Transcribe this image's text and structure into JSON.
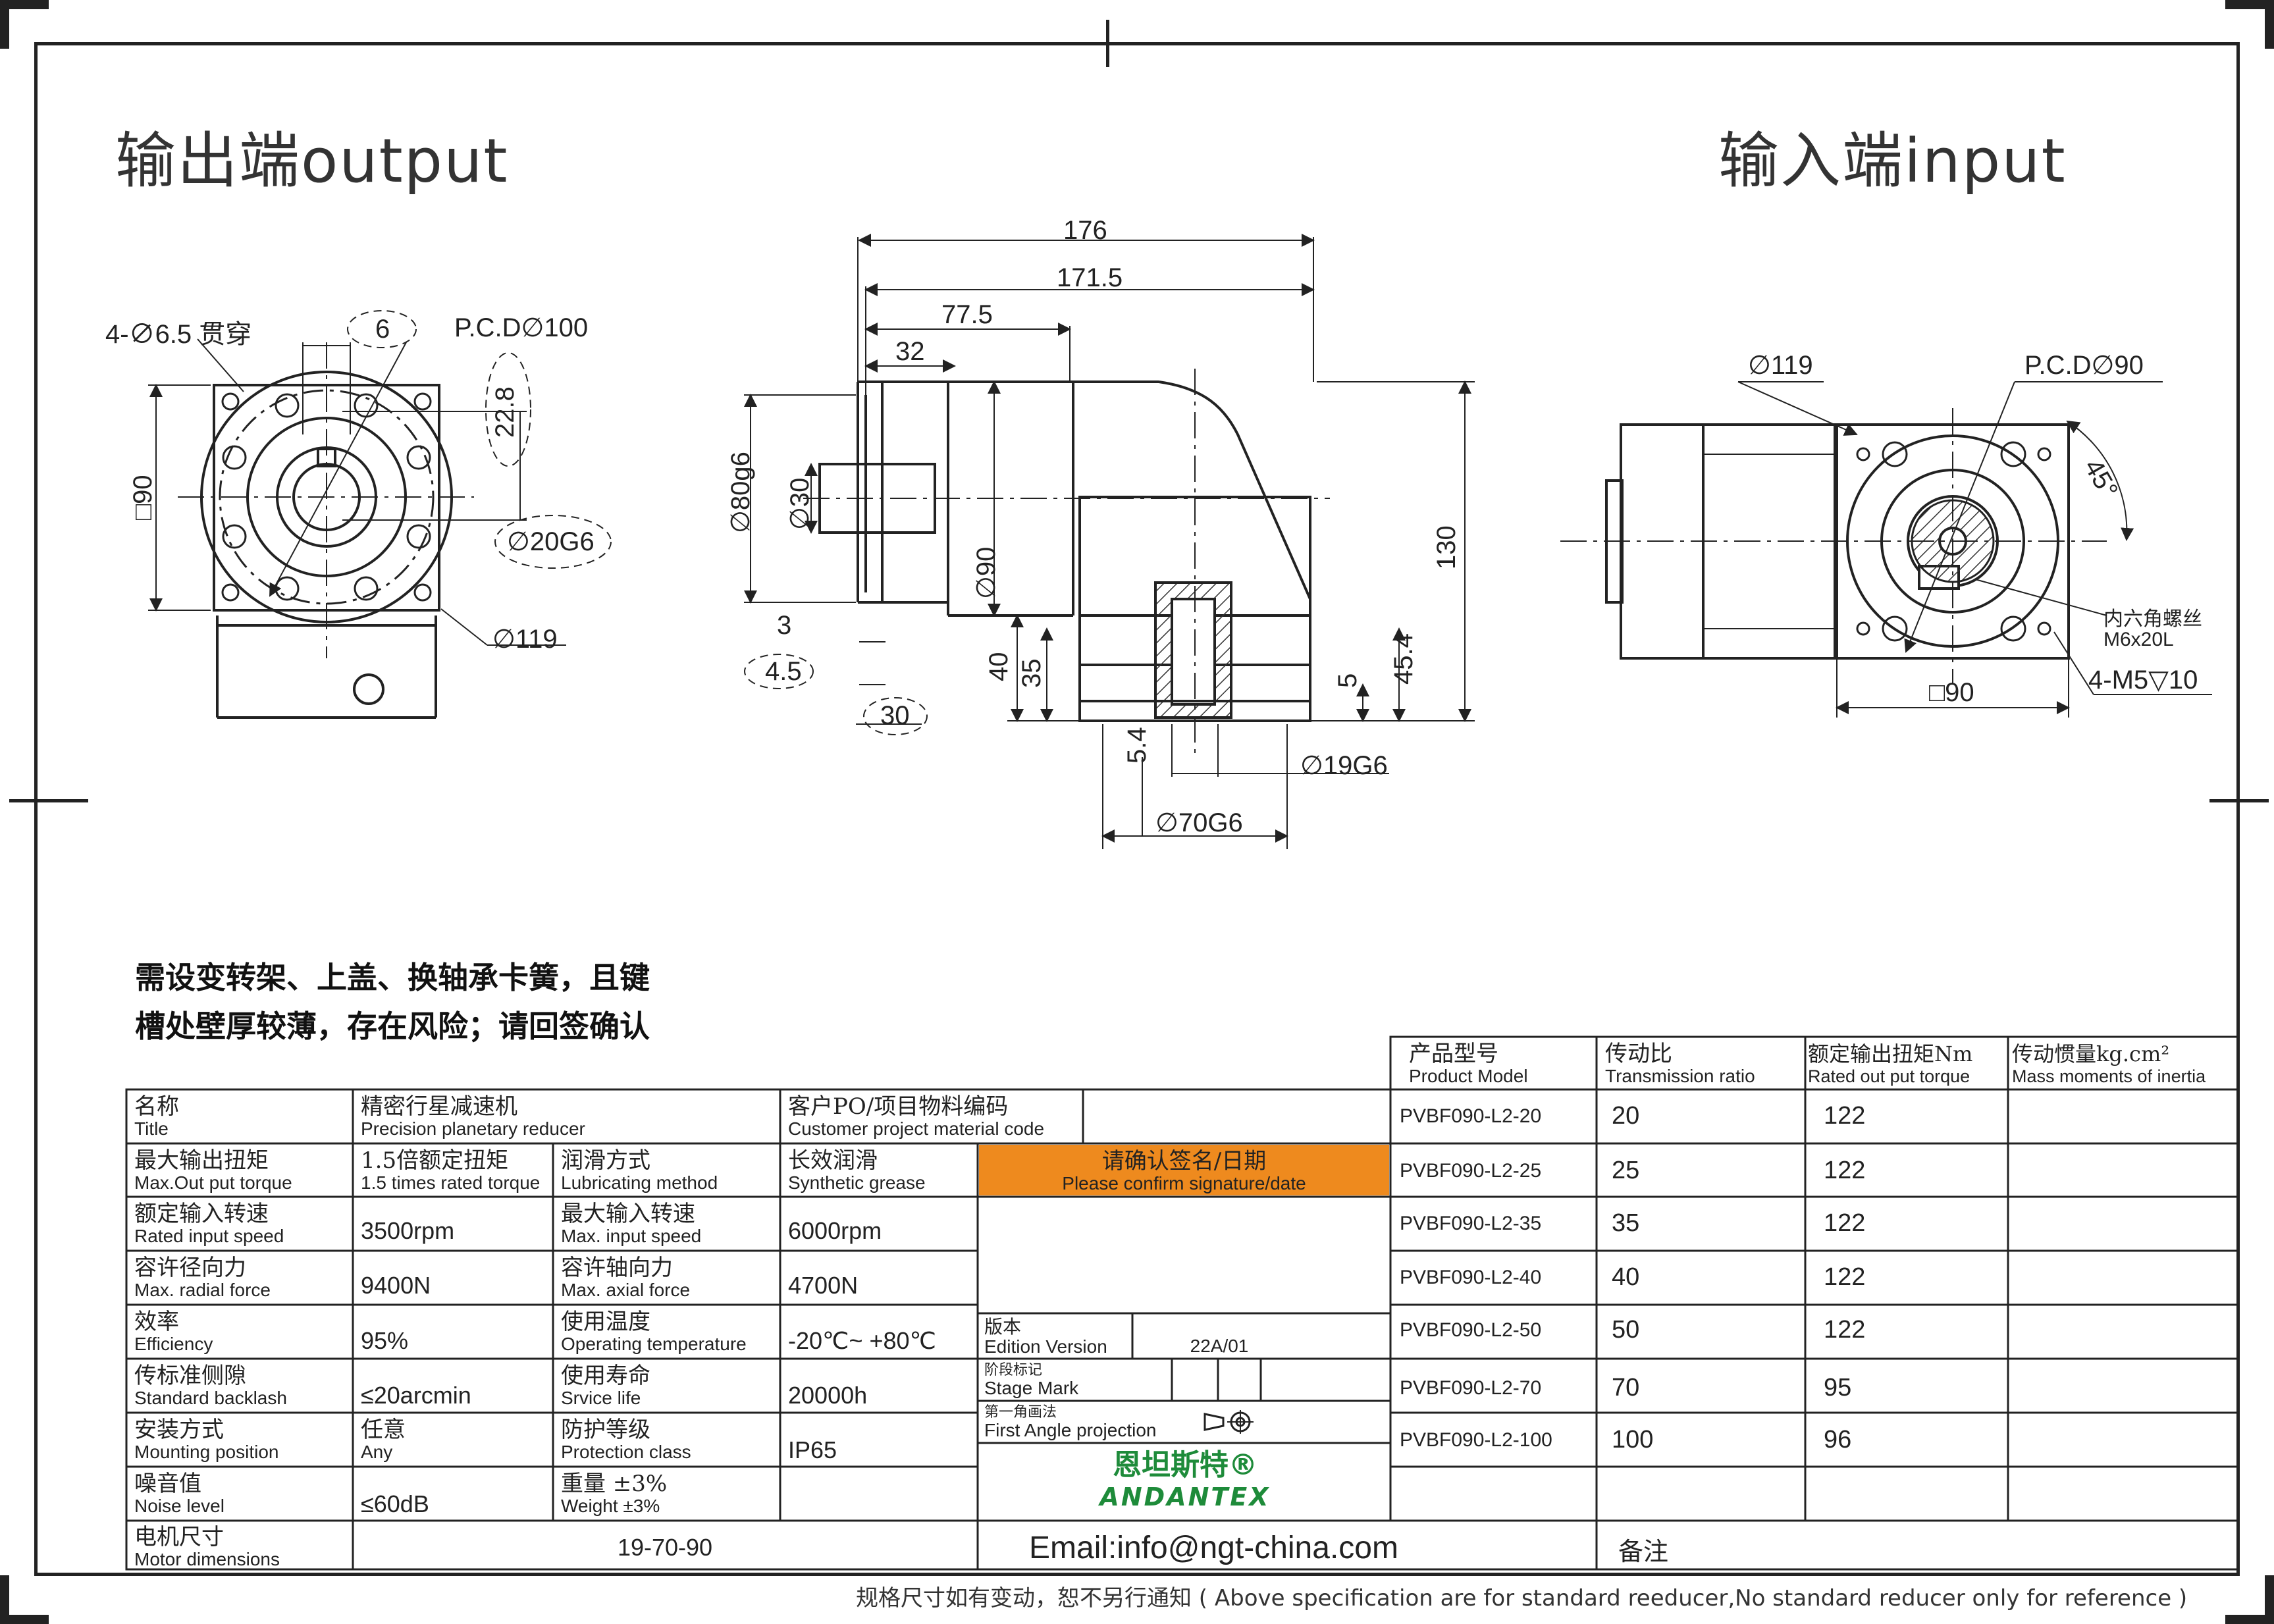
{
  "headers": {
    "output": "输出端output",
    "input": "输入端input"
  },
  "dims": {
    "holes": "4-∅6.5 贯穿",
    "key_width": "6",
    "pcd_out": "P.C.D∅100",
    "key_height": "22.8",
    "square_left": "□90",
    "shaft_dia": "∅20G6",
    "flange_dia_left": "∅119",
    "len_176": "176",
    "len_171_5": "171.5",
    "len_77_5": "77.5",
    "len_32": "32",
    "pilot_dia": "∅80g6",
    "shaft_30": "∅30",
    "body_90": "∅90",
    "height_130": "130",
    "d3": "3",
    "d4_5": "4.5",
    "d30": "30",
    "d40": "40",
    "d35": "35",
    "d5": "5",
    "d45_4": "45.4",
    "d5_4": "5.4",
    "bore_19": "∅19G6",
    "pilot_70": "∅70G6",
    "flange_119_right": "∅119",
    "pcd_in": "P.C.D∅90",
    "angle": "45°",
    "screw_zh": "内六角螺丝",
    "screw_en": "M6x20L",
    "square_right": "□90",
    "tapped": "4-M5▽10"
  },
  "note": {
    "line1": "需设变转架、上盖、换轴承卡簧，且键",
    "line2": "槽处壁厚较薄，存在风险；请回签确认"
  },
  "specs": {
    "title_zh": "名称",
    "title_en": "Title",
    "title_val_zh": "精密行星减速机",
    "title_val_en": "Precision planetary reducer",
    "cust_zh": "客户PO/项目物料编码",
    "cust_en": "Customer project material code",
    "maxtorque_zh": "最大输出扭矩",
    "maxtorque_en": "Max.Out put torque",
    "maxtorque_val_zh": "1.5倍额定扭矩",
    "maxtorque_val_en": "1.5 times rated torque",
    "lube_zh": "润滑方式",
    "lube_en": "Lubricating method",
    "lube_val_zh": "长效润滑",
    "lube_val_en": "Synthetic grease",
    "confirm_zh": "请确认签名/日期",
    "confirm_en": "Please confirm signature/date",
    "rated_zh": "额定输入转速",
    "rated_en": "Rated input speed",
    "rated_val": "3500rpm",
    "maxin_zh": "最大输入转速",
    "maxin_en": "Max. input speed",
    "maxin_val": "6000rpm",
    "radial_zh": "容许径向力",
    "radial_en": "Max. radial force",
    "radial_val": "9400N",
    "axial_zh": "容许轴向力",
    "axial_en": "Max. axial force",
    "axial_val": "4700N",
    "eff_zh": "效率",
    "eff_en": "Efficiency",
    "eff_val": "95%",
    "temp_zh": "使用温度",
    "temp_en": "Operating temperature",
    "temp_val": "-20℃~ +80℃",
    "backlash_zh": "传标准侧隙",
    "backlash_en": "Standard backlash",
    "backlash_val": "≤20arcmin",
    "life_zh": "使用寿命",
    "life_en": "Srvice life",
    "life_val": "20000h",
    "mount_zh": "安装方式",
    "mount_en": "Mounting position",
    "mount_val_zh": "任意",
    "mount_val_en": "Any",
    "protect_zh": "防护等级",
    "protect_en": "Protection class",
    "protect_val": "IP65",
    "noise_zh": "噪音值",
    "noise_en": "Noise level",
    "noise_val": "≤60dB",
    "weight_zh": "重量 ±3%",
    "weight_en": "Weight ±3%",
    "motor_zh": "电机尺寸",
    "motor_en": "Motor dimensions",
    "motor_val": "19-70-90",
    "edition_zh": "版本",
    "edition_en": "Edition Version",
    "edition_val": "22A/01",
    "stage_zh": "阶段标记",
    "stage_en": "Stage Mark",
    "proj_zh": "第一角画法",
    "proj_en": "First Angle projection",
    "brand_zh": "恩坦斯特®",
    "brand_en": "ANDANTEX",
    "email": "Email:info@ngt-china.com",
    "remark_zh": "备注"
  },
  "models": {
    "header": {
      "model_zh": "产品型号",
      "model_en": "Product Model",
      "ratio_zh": "传动比",
      "ratio_en": "Transmission ratio",
      "torque_zh": "额定输出扭矩Nm",
      "torque_en": "Rated out put torque",
      "inertia_zh": "传动惯量kg.cm²",
      "inertia_en": "Mass moments of inertia"
    },
    "rows": [
      {
        "model": "PVBF090-L2-20",
        "ratio": "20",
        "torque": "122"
      },
      {
        "model": "PVBF090-L2-25",
        "ratio": "25",
        "torque": "122"
      },
      {
        "model": "PVBF090-L2-35",
        "ratio": "35",
        "torque": "122"
      },
      {
        "model": "PVBF090-L2-40",
        "ratio": "40",
        "torque": "122"
      },
      {
        "model": "PVBF090-L2-50",
        "ratio": "50",
        "torque": "122"
      },
      {
        "model": "PVBF090-L2-70",
        "ratio": "70",
        "torque": "95"
      },
      {
        "model": "PVBF090-L2-100",
        "ratio": "100",
        "torque": "96"
      }
    ]
  },
  "footer": "规格尺寸如有变动，恕不另行通知 ( Above specification are for standard reeducer,No standard reducer only for reference )",
  "colors": {
    "confirm_bg": "#EE8A1E",
    "brand": "#1E8B3A",
    "line": "#222222"
  }
}
